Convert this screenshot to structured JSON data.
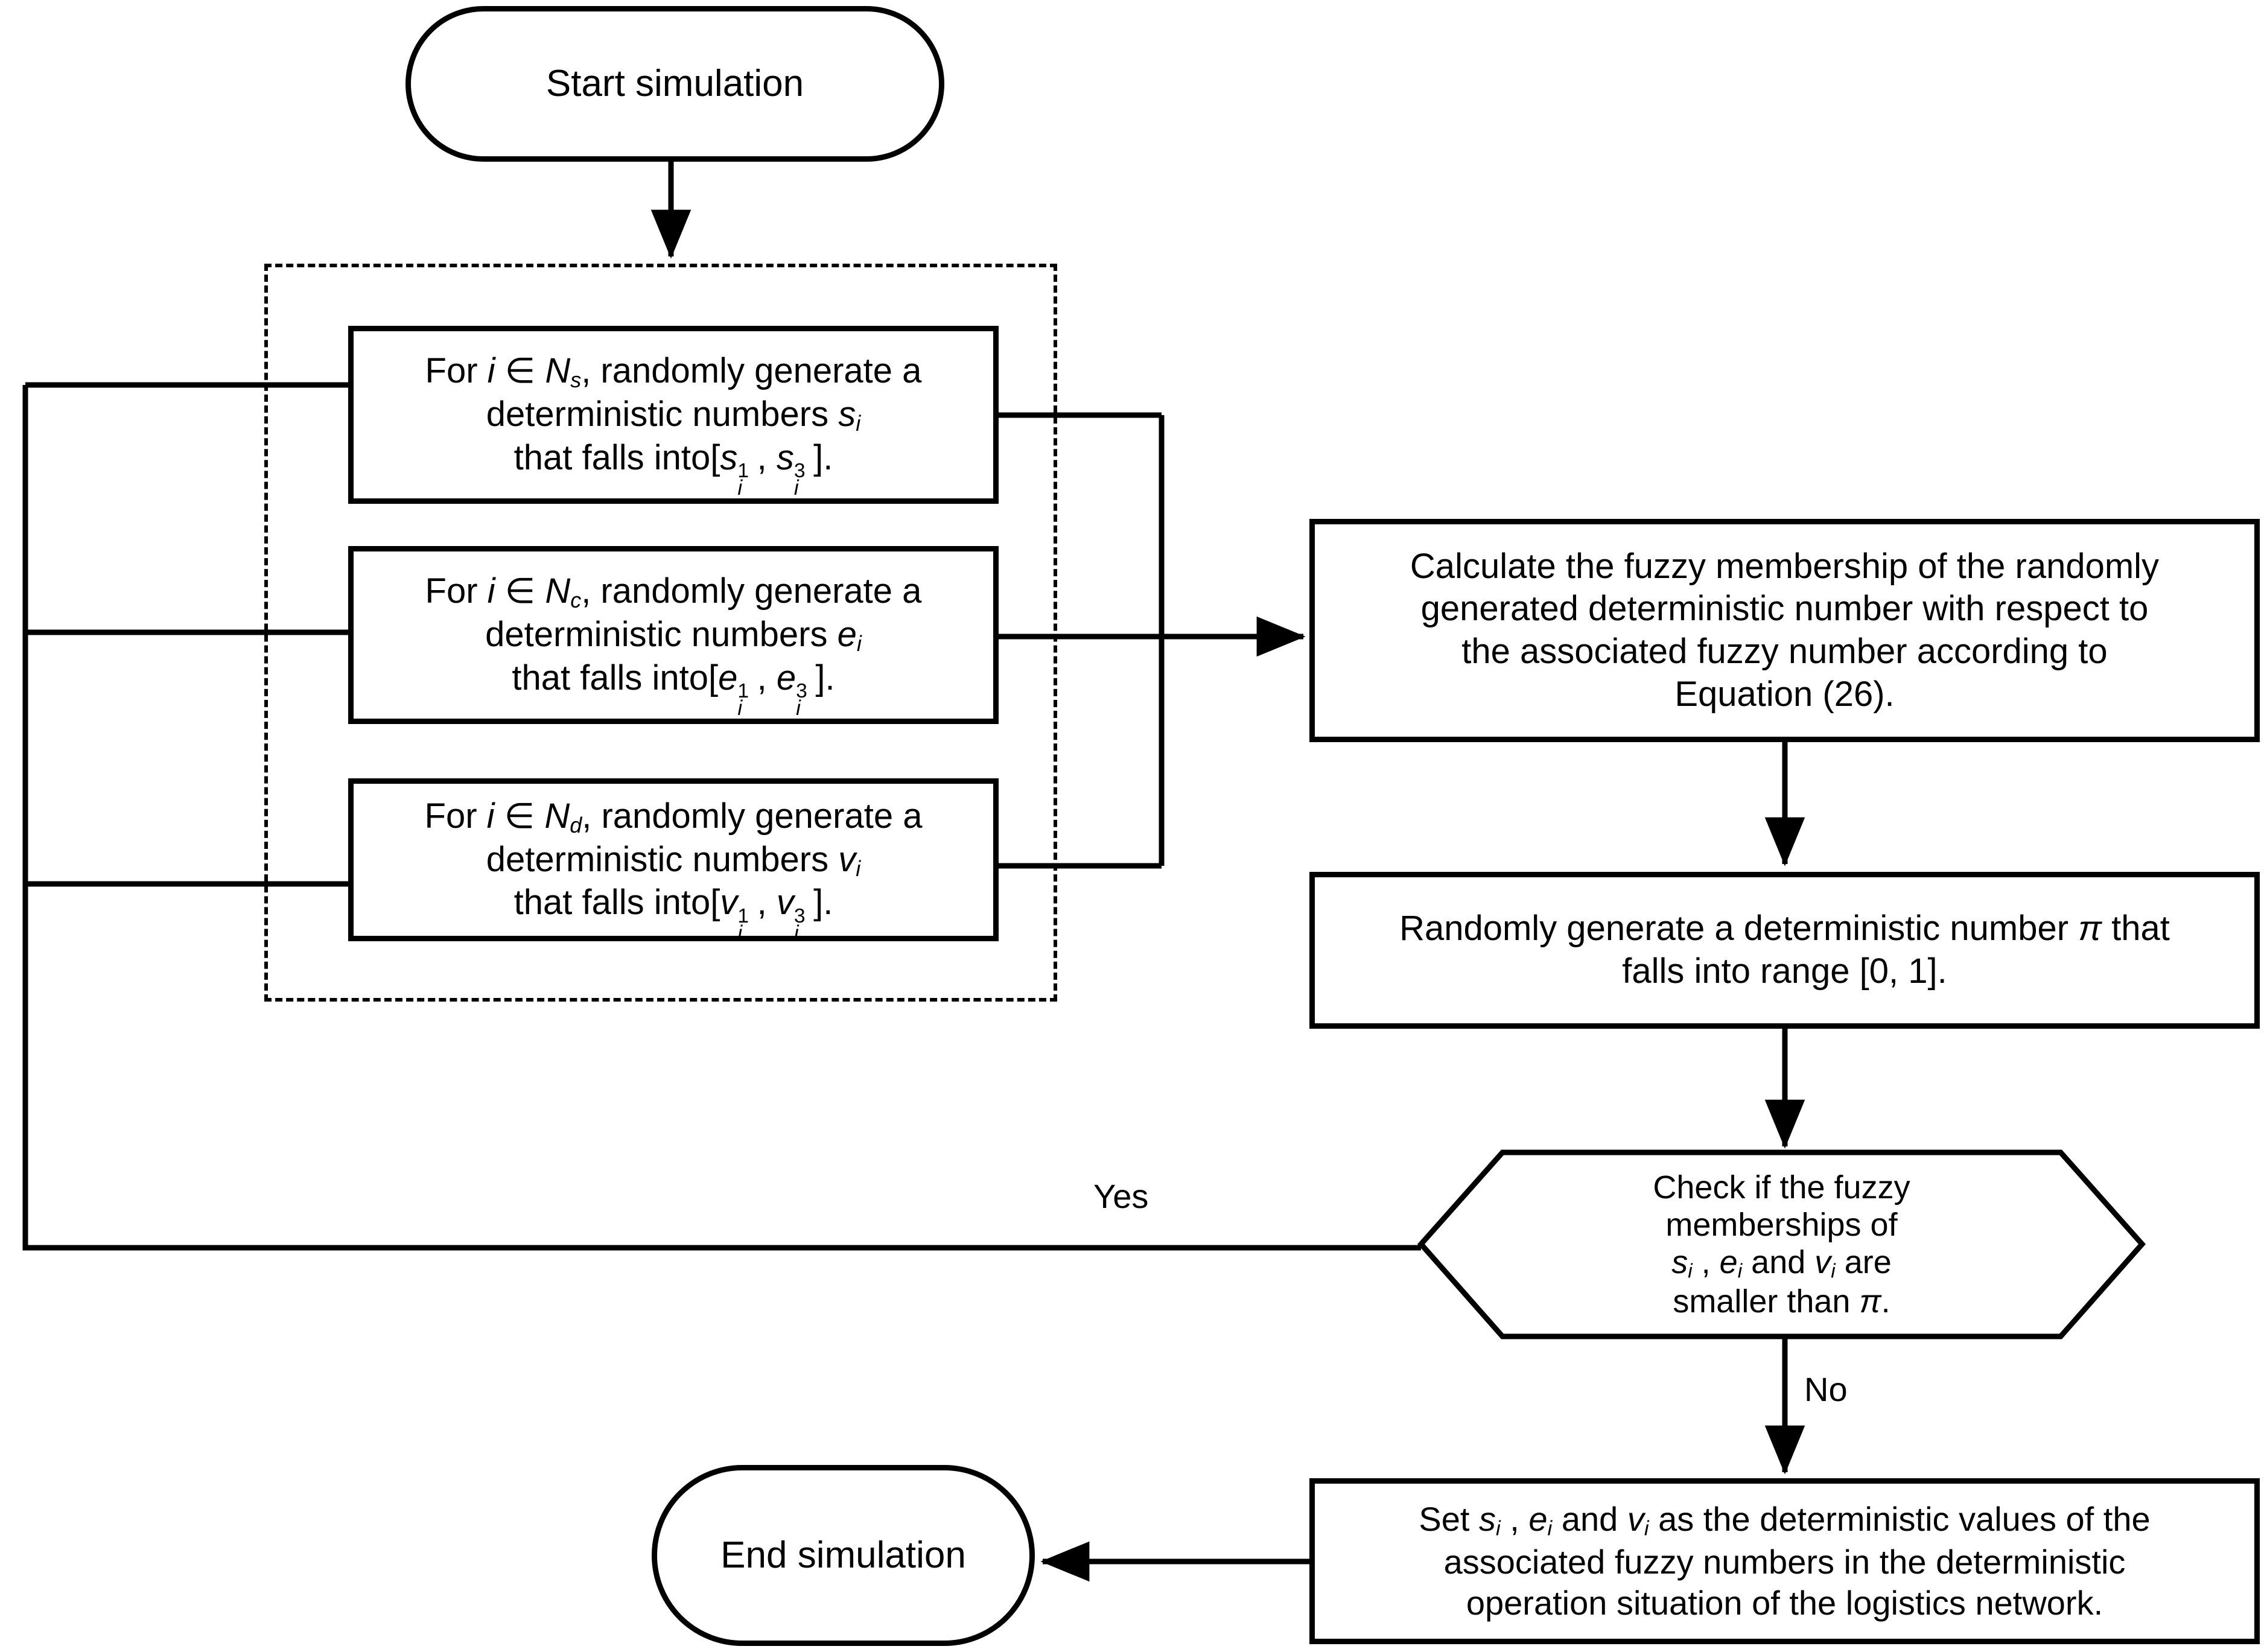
{
  "diagram": {
    "title": "Monte Carlo fuzzy simulation flowchart",
    "stroke_color": "#000000",
    "background_color": "#ffffff"
  },
  "nodes": {
    "start": {
      "label": "Start simulation",
      "shape": "rounded-terminator"
    },
    "gen_s": {
      "shape": "process",
      "line1_pre": "For ",
      "line1_i": "i",
      "line1_mid": " ∈ ",
      "line1_set": "N",
      "line1_sub": "s",
      "line1_post": ", randomly generate a",
      "line2_pre": "deterministic numbers ",
      "line2_var": "s",
      "line2_sub": "i",
      "line3_pre": "that falls into[",
      "line3_v1": "s",
      "line3_v1_sub": "i",
      "line3_v1_sup": "1",
      "line3_mid": ", ",
      "line3_v2": "s",
      "line3_v2_sub": "i",
      "line3_v2_sup": "3",
      "line3_post": "]."
    },
    "gen_e": {
      "shape": "process",
      "line1_pre": "For ",
      "line1_i": "i",
      "line1_mid": " ∈ ",
      "line1_set": "N",
      "line1_sub": "c",
      "line1_post": ", randomly generate a",
      "line2_pre": "deterministic numbers ",
      "line2_var": "e",
      "line2_sub": "i",
      "line3_pre": "that falls into[",
      "line3_v1": "e",
      "line3_v1_sub": "i",
      "line3_v1_sup": "1",
      "line3_mid": ", ",
      "line3_v2": "e",
      "line3_v2_sub": "i",
      "line3_v2_sup": "3",
      "line3_post": "]."
    },
    "gen_v": {
      "shape": "process",
      "line1_pre": "For ",
      "line1_i": "i",
      "line1_mid": " ∈ ",
      "line1_set": "N",
      "line1_sub": "d",
      "line1_post": ", randomly generate a",
      "line2_pre": "deterministic numbers ",
      "line2_var": "v",
      "line2_sub": "i",
      "line3_pre": "that falls into[",
      "line3_v1": "v",
      "line3_v1_sub": "i",
      "line3_v1_sup": "1",
      "line3_mid": ", ",
      "line3_v2": "v",
      "line3_v2_sub": "i",
      "line3_v2_sup": "3",
      "line3_post": "]."
    },
    "calculate": {
      "shape": "process",
      "line1": "Calculate the fuzzy membership of the randomly",
      "line2": "generated deterministic number with respect to",
      "line3": "the associated fuzzy number according to",
      "line4": "Equation (26)."
    },
    "random_pi": {
      "shape": "process",
      "line1_pre": "Randomly generate a deterministic number ",
      "line1_sym": "π",
      "line1_post": " that",
      "line2": "falls into range [0, 1]."
    },
    "decision": {
      "shape": "hexagon",
      "line1": "Check if the fuzzy",
      "line2": "memberships of",
      "line3_v1": "s",
      "line3_sub1": "i",
      "line3_mid1": " , ",
      "line3_v2": "e",
      "line3_sub2": "i",
      "line3_mid2": " and ",
      "line3_v3": "v",
      "line3_sub3": "i",
      "line3_post": " are",
      "line4_pre": "smaller than ",
      "line4_sym": "π",
      "line4_post": "."
    },
    "set_values": {
      "shape": "process",
      "line1_pre": "Set ",
      "line1_v1": "s",
      "line1_sub1": "i",
      "line1_mid1": " , ",
      "line1_v2": "e",
      "line1_sub2": "i",
      "line1_mid2": " and ",
      "line1_v3": "v",
      "line1_sub3": "i",
      "line1_post": " as the deterministic values of the",
      "line2": "associated fuzzy numbers in the deterministic",
      "line3": "operation situation of the logistics network."
    },
    "end": {
      "label": "End simulation",
      "shape": "rounded-terminator"
    }
  },
  "edge_labels": {
    "yes": "Yes",
    "no": "No"
  }
}
